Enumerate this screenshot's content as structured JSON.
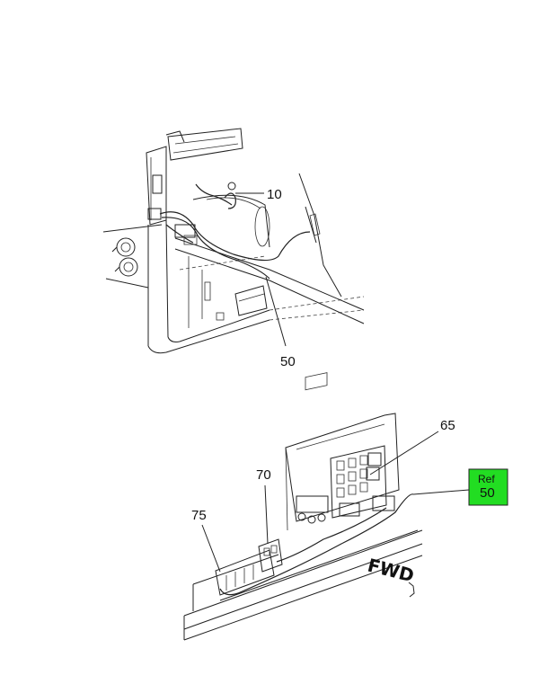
{
  "callouts": {
    "c10": "10",
    "c50": "50",
    "c65": "65",
    "c70": "70",
    "c75": "75"
  },
  "ref_box": {
    "label": "Ref",
    "number": "50",
    "color": "#22dd22"
  },
  "fwd_indicator": {
    "text": "FWD"
  }
}
